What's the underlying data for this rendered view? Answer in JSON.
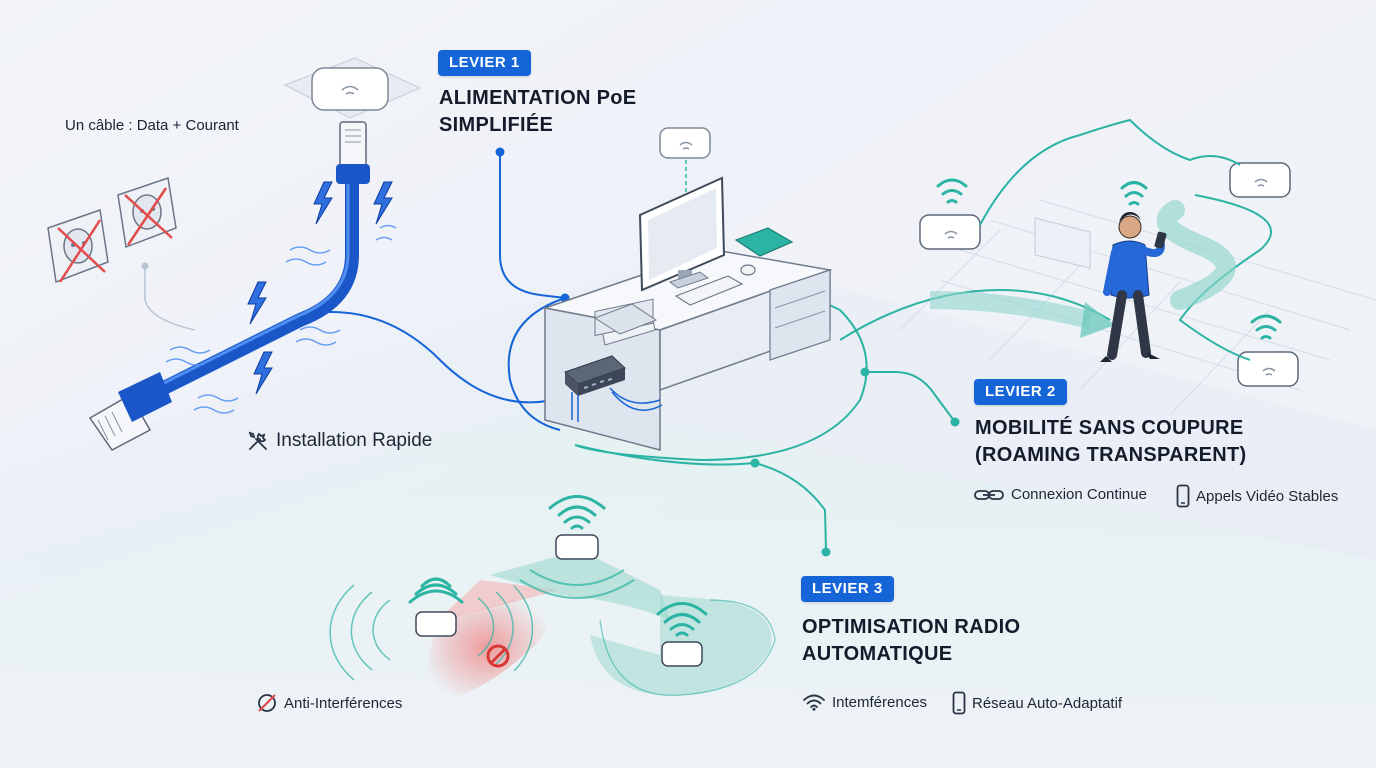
{
  "levers": [
    {
      "badge": "LEVIER 1",
      "title_line1": "ALIMENTATION PoE",
      "title_line2": "SIMPLIFIÉE",
      "color": "#1565d8"
    },
    {
      "badge": "LEVIER 2",
      "title_line1": "MOBILITÉ SANS COUPURE",
      "title_line2": "(ROAMING TRANSPARENT)",
      "color": "#1565d8"
    },
    {
      "badge": "LEVIER 3",
      "title_line1": "OPTIMISATION RADIO",
      "title_line2": "AUTOMATIQUE",
      "color": "#1565d8"
    }
  ],
  "notes": {
    "cable": "Un câble : Data + Courant",
    "install": "Installation Rapide",
    "continuous": "Connexion Continue",
    "video": "Appels Vidéo Stables",
    "anti": "Anti-Interférences",
    "interf": "Intemférences",
    "adaptive": "Réseau Auto-Adaptatif"
  },
  "icons": {
    "install": "tools-icon",
    "continuous": "link-icon",
    "video": "phone-icon",
    "anti": "no-interference-icon",
    "interf": "wifi-icon",
    "adaptive": "phone-icon"
  },
  "colors": {
    "blue": "#1565d8",
    "teal": "#2bb3a3",
    "red": "#e34b4b",
    "ink": "#141b2b"
  }
}
